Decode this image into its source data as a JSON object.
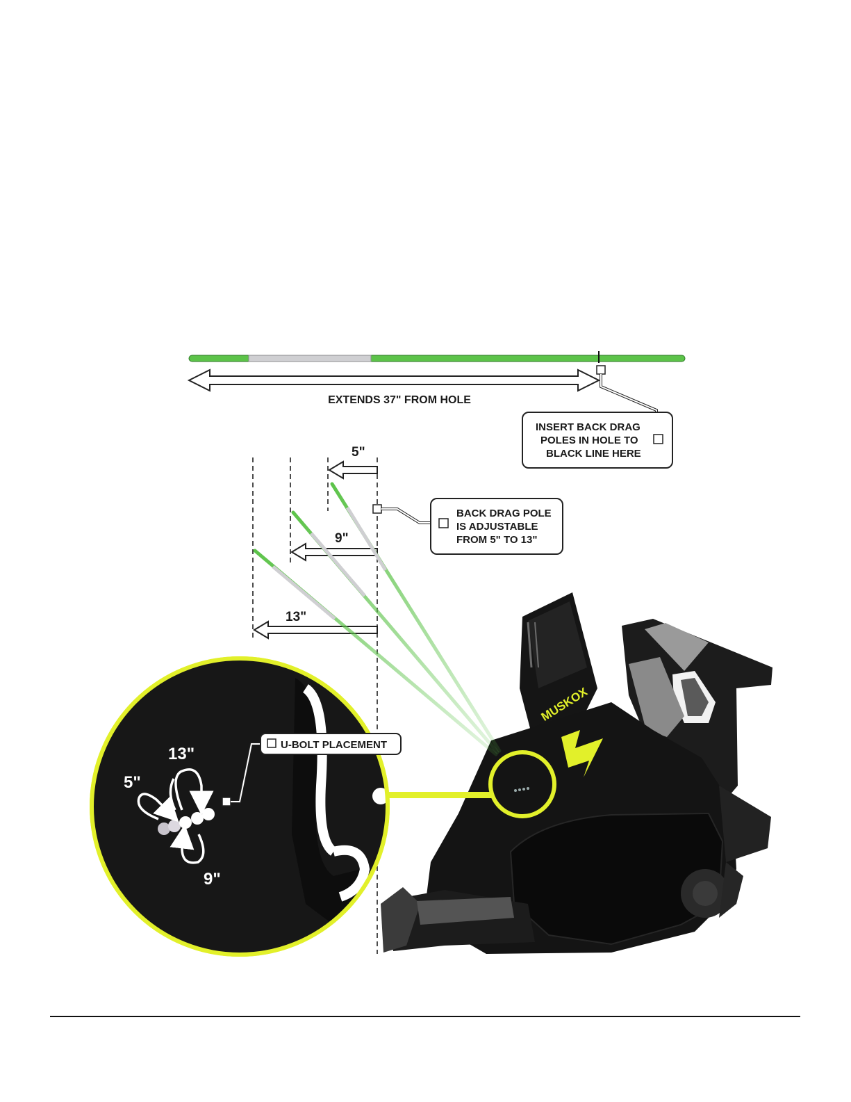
{
  "pole_diagram": {
    "extends_label": "EXTENDS 37\" FROM HOLE",
    "insert_callout": [
      "INSERT BACK DRAG",
      "POLES IN HOLE TO",
      "BLACK LINE HERE"
    ]
  },
  "adjust_diagram": {
    "offset_5": "5\"",
    "offset_9": "9\"",
    "offset_13": "13\"",
    "adjustable_callout": [
      "BACK DRAG POLE",
      "IS ADJUSTABLE",
      "FROM 5\" TO 13\""
    ]
  },
  "inset": {
    "ubolt_label": "U-BOLT PLACEMENT",
    "hole_5": "5\"",
    "hole_9": "9\"",
    "hole_13": "13\""
  },
  "machine": {
    "brand": "MUSKOX"
  },
  "colors": {
    "pole_green": "#5cc349",
    "pole_grey": "#cfcfd2",
    "highlight_yellow": "#e2f02a",
    "machine_black": "#141414"
  }
}
